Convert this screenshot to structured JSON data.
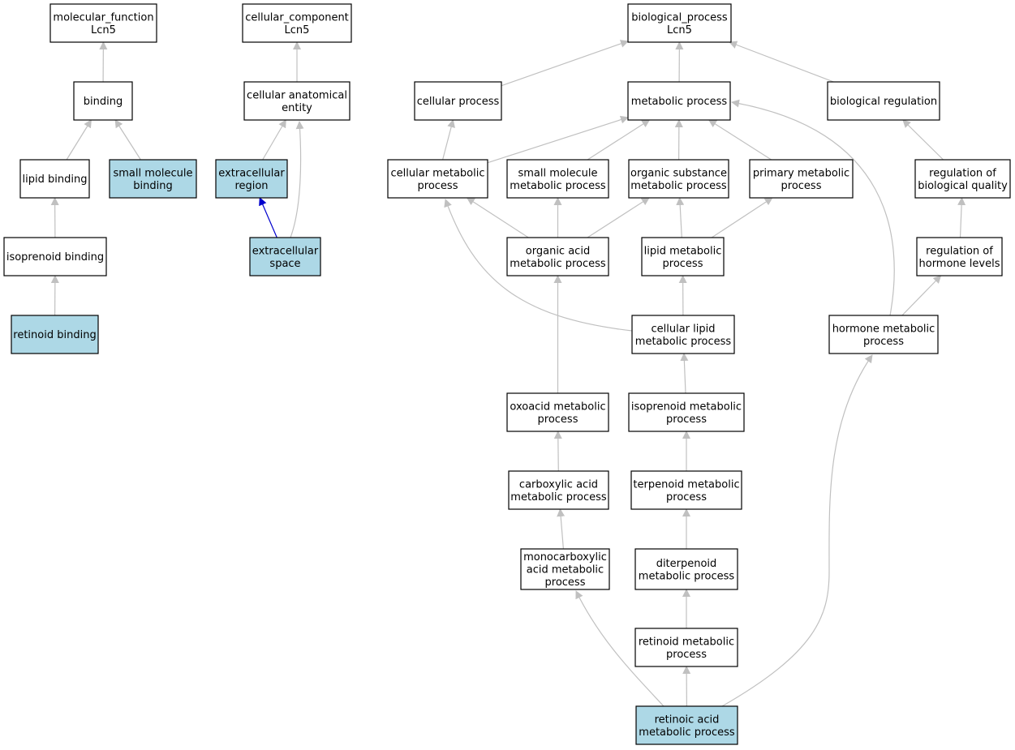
{
  "colors": {
    "node_fill": "#ffffff",
    "highlight_fill": "#add8e6",
    "edge_default": "#c0c0c0",
    "edge_highlight": "#0000cd"
  },
  "nodes": [
    {
      "id": "mf",
      "lines": [
        "molecular_function",
        "Lcn5"
      ],
      "highlight": false
    },
    {
      "id": "binding",
      "lines": [
        "binding"
      ],
      "highlight": false
    },
    {
      "id": "lipid_binding",
      "lines": [
        "lipid binding"
      ],
      "highlight": false
    },
    {
      "id": "small_mol_binding",
      "lines": [
        "small molecule",
        "binding"
      ],
      "highlight": true
    },
    {
      "id": "isoprenoid_binding",
      "lines": [
        "isoprenoid binding"
      ],
      "highlight": false
    },
    {
      "id": "retinoid_binding",
      "lines": [
        "retinoid binding"
      ],
      "highlight": true
    },
    {
      "id": "cc",
      "lines": [
        "cellular_component",
        "Lcn5"
      ],
      "highlight": false
    },
    {
      "id": "cae",
      "lines": [
        "cellular anatomical",
        "entity"
      ],
      "highlight": false
    },
    {
      "id": "ext_region",
      "lines": [
        "extracellular",
        "region"
      ],
      "highlight": true
    },
    {
      "id": "ext_space",
      "lines": [
        "extracellular",
        "space"
      ],
      "highlight": true
    },
    {
      "id": "bp",
      "lines": [
        "biological_process",
        "Lcn5"
      ],
      "highlight": false
    },
    {
      "id": "cellular_process",
      "lines": [
        "cellular process"
      ],
      "highlight": false
    },
    {
      "id": "metabolic_process",
      "lines": [
        "metabolic process"
      ],
      "highlight": false
    },
    {
      "id": "bio_regulation",
      "lines": [
        "biological regulation"
      ],
      "highlight": false
    },
    {
      "id": "cell_metabolic",
      "lines": [
        "cellular metabolic",
        "process"
      ],
      "highlight": false
    },
    {
      "id": "small_mol_metabolic",
      "lines": [
        "small molecule",
        "metabolic process"
      ],
      "highlight": false
    },
    {
      "id": "org_subst_metabolic",
      "lines": [
        "organic substance",
        "metabolic process"
      ],
      "highlight": false
    },
    {
      "id": "primary_metabolic",
      "lines": [
        "primary metabolic",
        "process"
      ],
      "highlight": false
    },
    {
      "id": "reg_bio_quality",
      "lines": [
        "regulation of",
        "biological quality"
      ],
      "highlight": false
    },
    {
      "id": "org_acid_metabolic",
      "lines": [
        "organic acid",
        "metabolic process"
      ],
      "highlight": false
    },
    {
      "id": "lipid_metabolic",
      "lines": [
        "lipid metabolic",
        "process"
      ],
      "highlight": false
    },
    {
      "id": "reg_hormone",
      "lines": [
        "regulation of",
        "hormone levels"
      ],
      "highlight": false
    },
    {
      "id": "cell_lipid_metabolic",
      "lines": [
        "cellular lipid",
        "metabolic process"
      ],
      "highlight": false
    },
    {
      "id": "hormone_metabolic",
      "lines": [
        "hormone metabolic",
        "process"
      ],
      "highlight": false
    },
    {
      "id": "oxoacid_metabolic",
      "lines": [
        "oxoacid metabolic",
        "process"
      ],
      "highlight": false
    },
    {
      "id": "isoprenoid_metabolic",
      "lines": [
        "isoprenoid metabolic",
        "process"
      ],
      "highlight": false
    },
    {
      "id": "carboxylic_metabolic",
      "lines": [
        "carboxylic acid",
        "metabolic process"
      ],
      "highlight": false
    },
    {
      "id": "terpenoid_metabolic",
      "lines": [
        "terpenoid metabolic",
        "process"
      ],
      "highlight": false
    },
    {
      "id": "monocarboxylic_metabolic",
      "lines": [
        "monocarboxylic",
        "acid metabolic",
        "process"
      ],
      "highlight": false
    },
    {
      "id": "diterpenoid_metabolic",
      "lines": [
        "diterpenoid",
        "metabolic process"
      ],
      "highlight": false
    },
    {
      "id": "retinoid_metabolic",
      "lines": [
        "retinoid metabolic",
        "process"
      ],
      "highlight": false
    },
    {
      "id": "retinoic_acid_metabolic",
      "lines": [
        "retinoic acid",
        "metabolic process"
      ],
      "highlight": true
    }
  ],
  "edges": [
    {
      "from": "binding",
      "to": "mf",
      "highlight": false
    },
    {
      "from": "lipid_binding",
      "to": "binding",
      "highlight": false
    },
    {
      "from": "small_mol_binding",
      "to": "binding",
      "highlight": false
    },
    {
      "from": "isoprenoid_binding",
      "to": "lipid_binding",
      "highlight": false
    },
    {
      "from": "retinoid_binding",
      "to": "isoprenoid_binding",
      "highlight": false
    },
    {
      "from": "cae",
      "to": "cc",
      "highlight": false
    },
    {
      "from": "ext_region",
      "to": "cae",
      "highlight": false
    },
    {
      "from": "ext_space",
      "to": "cae",
      "highlight": false
    },
    {
      "from": "ext_space",
      "to": "ext_region",
      "highlight": true
    },
    {
      "from": "cellular_process",
      "to": "bp",
      "highlight": false
    },
    {
      "from": "metabolic_process",
      "to": "bp",
      "highlight": false
    },
    {
      "from": "bio_regulation",
      "to": "bp",
      "highlight": false
    },
    {
      "from": "cell_metabolic",
      "to": "cellular_process",
      "highlight": false
    },
    {
      "from": "cell_metabolic",
      "to": "metabolic_process",
      "highlight": false
    },
    {
      "from": "small_mol_metabolic",
      "to": "metabolic_process",
      "highlight": false
    },
    {
      "from": "org_subst_metabolic",
      "to": "metabolic_process",
      "highlight": false
    },
    {
      "from": "primary_metabolic",
      "to": "metabolic_process",
      "highlight": false
    },
    {
      "from": "hormone_metabolic",
      "to": "metabolic_process",
      "highlight": false
    },
    {
      "from": "reg_bio_quality",
      "to": "bio_regulation",
      "highlight": false
    },
    {
      "from": "org_acid_metabolic",
      "to": "cell_metabolic",
      "highlight": false
    },
    {
      "from": "org_acid_metabolic",
      "to": "small_mol_metabolic",
      "highlight": false
    },
    {
      "from": "org_acid_metabolic",
      "to": "org_subst_metabolic",
      "highlight": false
    },
    {
      "from": "lipid_metabolic",
      "to": "org_subst_metabolic",
      "highlight": false
    },
    {
      "from": "lipid_metabolic",
      "to": "primary_metabolic",
      "highlight": false
    },
    {
      "from": "reg_hormone",
      "to": "reg_bio_quality",
      "highlight": false
    },
    {
      "from": "cell_lipid_metabolic",
      "to": "cell_metabolic",
      "highlight": false
    },
    {
      "from": "cell_lipid_metabolic",
      "to": "lipid_metabolic",
      "highlight": false
    },
    {
      "from": "hormone_metabolic",
      "to": "reg_hormone",
      "highlight": false
    },
    {
      "from": "oxoacid_metabolic",
      "to": "org_acid_metabolic",
      "highlight": false
    },
    {
      "from": "isoprenoid_metabolic",
      "to": "cell_lipid_metabolic",
      "highlight": false
    },
    {
      "from": "carboxylic_metabolic",
      "to": "oxoacid_metabolic",
      "highlight": false
    },
    {
      "from": "terpenoid_metabolic",
      "to": "isoprenoid_metabolic",
      "highlight": false
    },
    {
      "from": "monocarboxylic_metabolic",
      "to": "carboxylic_metabolic",
      "highlight": false
    },
    {
      "from": "diterpenoid_metabolic",
      "to": "terpenoid_metabolic",
      "highlight": false
    },
    {
      "from": "retinoid_metabolic",
      "to": "diterpenoid_metabolic",
      "highlight": false
    },
    {
      "from": "retinoic_acid_metabolic",
      "to": "monocarboxylic_metabolic",
      "highlight": false
    },
    {
      "from": "retinoic_acid_metabolic",
      "to": "retinoid_metabolic",
      "highlight": false
    },
    {
      "from": "retinoic_acid_metabolic",
      "to": "hormone_metabolic",
      "highlight": false
    }
  ]
}
